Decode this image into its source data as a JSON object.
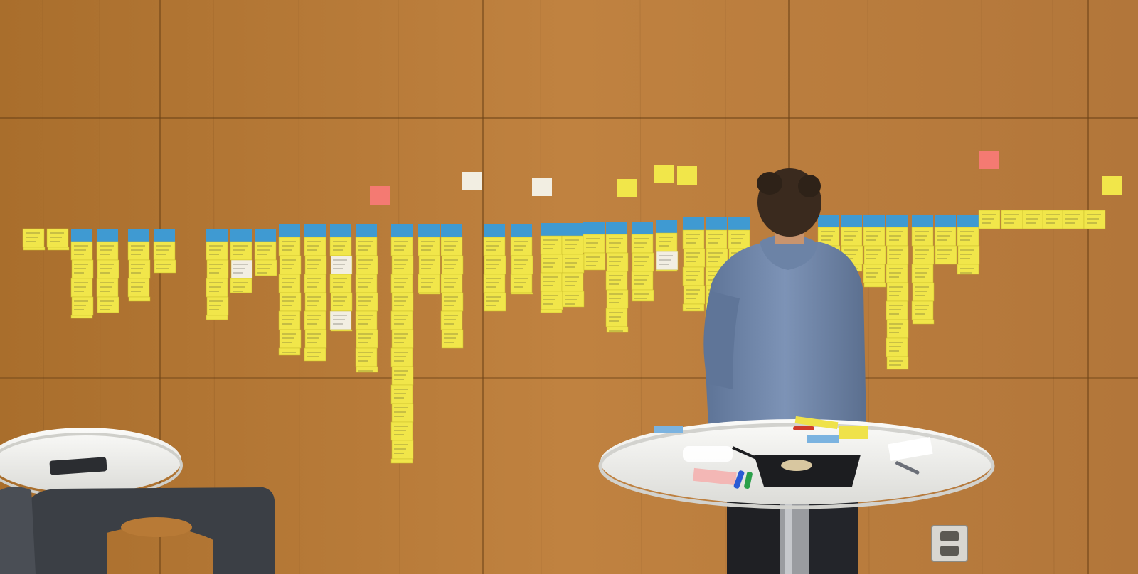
{
  "scene": {
    "colors": {
      "wall": "#b87a36",
      "wall_dark": "#9a6428",
      "panel_seam": "#6e4418",
      "note_yellow": "#f1e64a",
      "note_blue": "#3f9ad2",
      "note_pink": "#f47a72",
      "note_white": "#f2eee2",
      "hoodie": "#6f86a8",
      "hair": "#3a2a1e",
      "table_top": "#f4f4f2",
      "chair": "#3b3f45"
    },
    "objects": [
      "sticky-note-wall",
      "person",
      "standing-table",
      "left-table",
      "chair",
      "power-outlet",
      "tray"
    ]
  }
}
